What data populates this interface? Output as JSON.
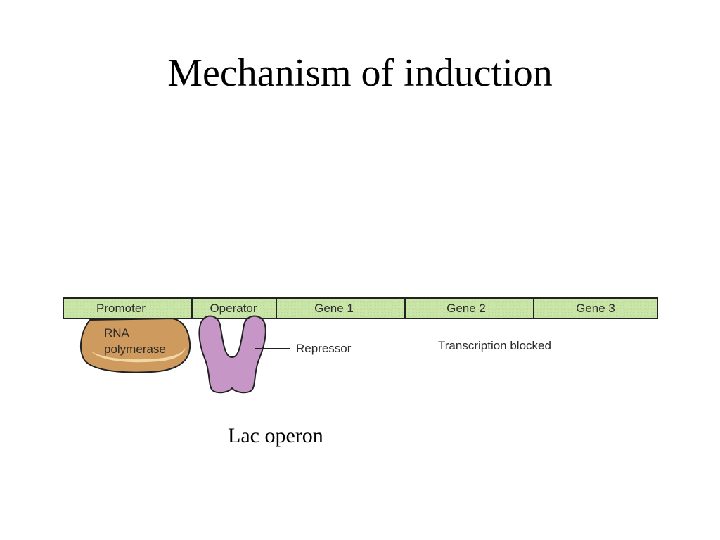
{
  "title": "Mechanism of induction",
  "operon": {
    "segments": [
      "Promoter",
      "Operator",
      "Gene 1",
      "Gene 2",
      "Gene 3"
    ]
  },
  "polymerase_label": [
    "RNA",
    "polymerase"
  ],
  "repressor_label": "Repressor",
  "status_label": "Transcription blocked",
  "caption": "Lac operon",
  "colors": {
    "dna_strip": "#c9e5a8",
    "dna_border": "#222222",
    "polymerase": "#cf9a5e",
    "polymerase_highlight": "#f1d7a2",
    "repressor": "#c696c6"
  }
}
